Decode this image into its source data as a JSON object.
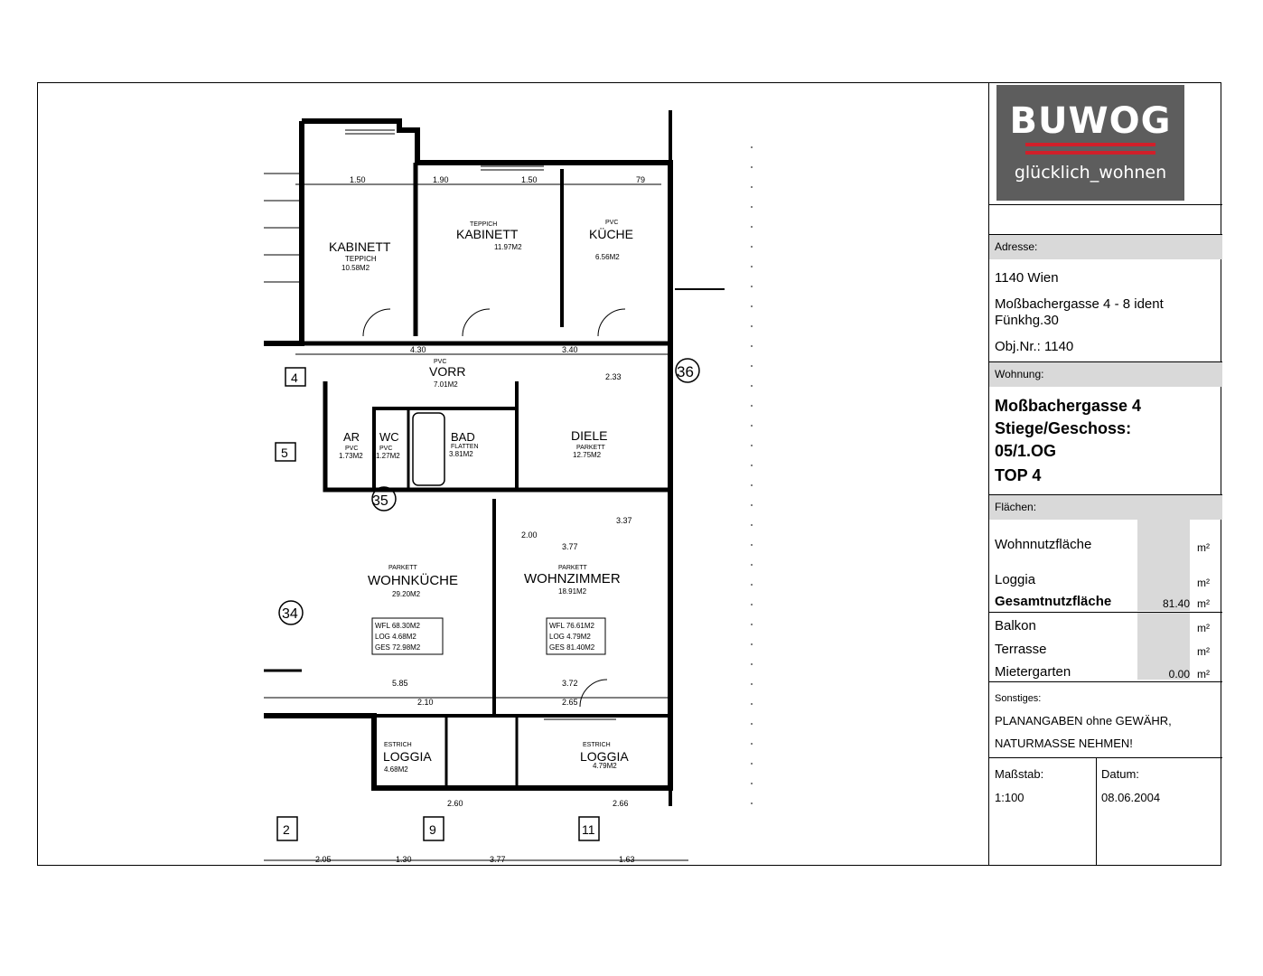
{
  "logo": {
    "brand": "BUWOG",
    "slogan": "glücklich_wohnen",
    "bg_color": "#5d5d5d",
    "accent_color": "#d11f2a"
  },
  "address": {
    "header": "Adresse:",
    "line1": "1140 Wien",
    "line2": "Moßbachergasse 4 - 8 ident",
    "line3": "Fünkhg.30",
    "line4": "Obj.Nr.: 1140"
  },
  "apartment": {
    "header": "Wohnung:",
    "line1": "Moßbachergasse 4",
    "line2": "Stiege/Geschoss:",
    "line3": "05/1.OG",
    "line4": "TOP 4"
  },
  "areas": {
    "header": "Flächen:",
    "rows": [
      {
        "label": "Wohnnutzfläche",
        "value": "",
        "unit": "m²"
      },
      {
        "label": "Loggia",
        "value": "",
        "unit": "m²"
      },
      {
        "label": "Gesamtnutzfläche",
        "value": "81.40",
        "unit": "m²"
      },
      {
        "label": "Balkon",
        "value": "",
        "unit": "m²"
      },
      {
        "label": "Terrasse",
        "value": "",
        "unit": "m²"
      },
      {
        "label": "Mietergarten",
        "value": "0.00",
        "unit": "m²"
      }
    ]
  },
  "misc": {
    "header": "Sonstiges:",
    "line1": "PLANANGABEN ohne GEWÄHR,",
    "line2": "NATURMASSE NEHMEN!"
  },
  "scale": {
    "header": "Maßstab:",
    "value": "1:100"
  },
  "date": {
    "header": "Datum:",
    "value": "08.06.2004"
  },
  "plan": {
    "rooms": [
      {
        "name": "KABINETT",
        "floor": "TEPPICH",
        "area": "10.58M2"
      },
      {
        "name": "KABINETT",
        "floor": "TEPPICH",
        "area": "11.97M2"
      },
      {
        "name": "KÜCHE",
        "floor": "PVC",
        "area": "6.56M2"
      },
      {
        "name": "VORR",
        "floor": "PVC",
        "area": "7.01M2"
      },
      {
        "name": "AR",
        "floor": "PVC",
        "area": "1.73M2"
      },
      {
        "name": "WC",
        "floor": "PVC",
        "area": "1.27M2"
      },
      {
        "name": "BAD",
        "floor": "FLATTEN",
        "area": "3.81M2"
      },
      {
        "name": "DIELE",
        "floor": "PARKETT",
        "area": "12.75M2"
      },
      {
        "name": "WOHNKÜCHE",
        "floor": "PARKETT",
        "area": "29.20M2"
      },
      {
        "name": "WOHNZIMMER",
        "floor": "PARKETT",
        "area": "18.91M2"
      },
      {
        "name": "LOGGIA",
        "floor": "ESTRICH",
        "area": "4.68M2"
      },
      {
        "name": "LOGGIA",
        "floor": "ESTRICH",
        "area": "4.79M2"
      }
    ],
    "summary_left": [
      "WFL 68.30M2",
      "LOG 4.68M2",
      "GES 72.98M2"
    ],
    "summary_right": [
      "WFL 76.61M2",
      "LOG 4.79M2",
      "GES 81.40M2"
    ],
    "unit_numbers": [
      "4",
      "5",
      "34",
      "35",
      "36"
    ],
    "axis_labels": [
      "2",
      "9",
      "11"
    ],
    "dims_top": [
      "1.50",
      "1.90",
      "1.50",
      "79"
    ],
    "dims_mid": [
      "4.30",
      "3.40",
      "2.33",
      "3.77",
      "3.37",
      "2.00"
    ],
    "dims_low": [
      "5.85",
      "3.72",
      "2.10",
      "2.65",
      "2.60",
      "2.66"
    ],
    "dims_bottom": [
      "2.05",
      "1.30",
      "3.77",
      "1.63"
    ]
  }
}
